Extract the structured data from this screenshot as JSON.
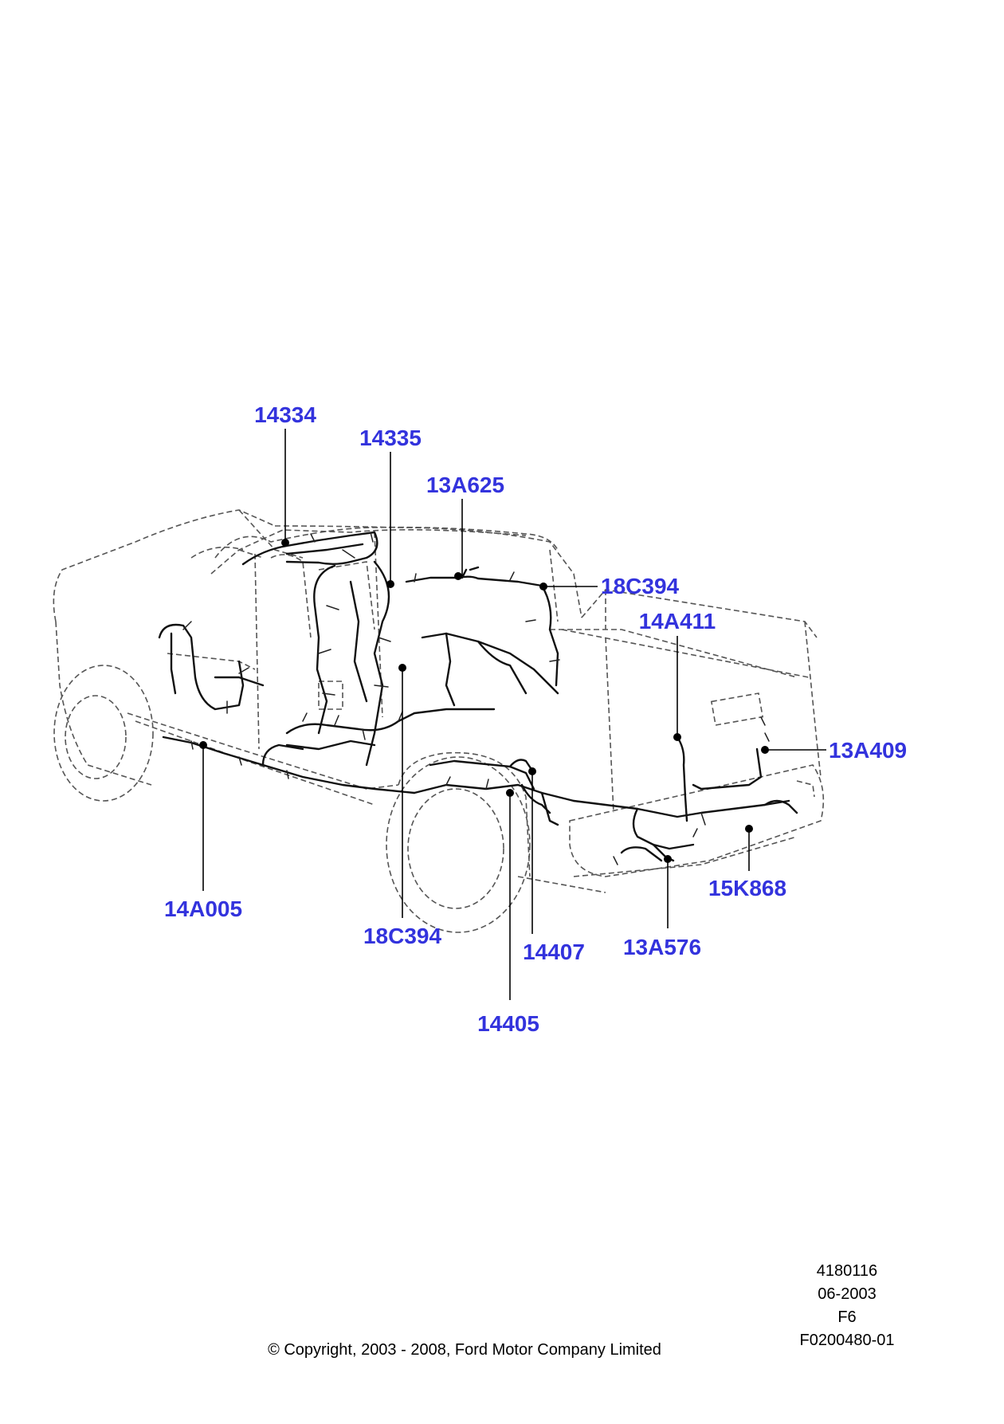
{
  "diagram": {
    "label_color": "#3333dd",
    "callouts": [
      {
        "id": "c1",
        "text": "14334"
      },
      {
        "id": "c2",
        "text": "14335"
      },
      {
        "id": "c3",
        "text": "13A625"
      },
      {
        "id": "c4",
        "text": "18C394"
      },
      {
        "id": "c5",
        "text": "14A411"
      },
      {
        "id": "c6",
        "text": "13A409"
      },
      {
        "id": "c7",
        "text": "14A005"
      },
      {
        "id": "c8",
        "text": "18C394"
      },
      {
        "id": "c9",
        "text": "14407"
      },
      {
        "id": "c10",
        "text": "13A576"
      },
      {
        "id": "c11",
        "text": "15K868"
      },
      {
        "id": "c12",
        "text": "14405"
      }
    ]
  },
  "footer": {
    "ref_lines": [
      "4180116",
      "06-2003",
      "F6",
      "F0200480-01"
    ],
    "copyright": "© Copyright, 2003 - 2008, Ford Motor Company Limited"
  }
}
